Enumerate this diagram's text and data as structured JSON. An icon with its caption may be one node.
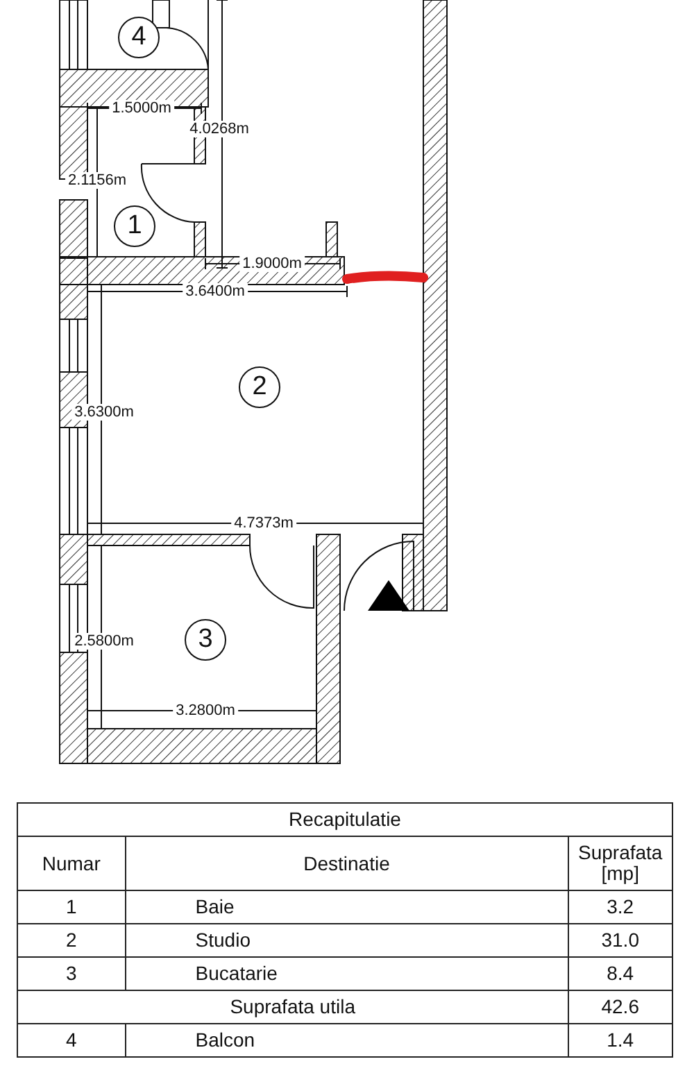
{
  "diagram": {
    "nodes": [
      {
        "text": [
          "4"
        ]
      },
      {
        "text": [
          "1"
        ]
      },
      {
        "text": [
          "2"
        ]
      },
      {
        "text": [
          "3"
        ]
      }
    ],
    "labels": [
      "1.5000m",
      "4.0268m",
      "2.1156m",
      "1.9000m",
      "3.6400m",
      "3.6300m",
      "4.7373m",
      "2.5800m",
      "3.2800m",
      "Recapitulatie",
      "Numar",
      "Destinatie",
      "Suprafata [mp]",
      "1",
      "Baie",
      "3.2",
      "2",
      "Studio",
      "31.0",
      "3",
      "Bucatarie",
      "8.4",
      "Suprafata utila",
      "42.6",
      "4",
      "Balcon",
      "1.4"
    ]
  }
}
